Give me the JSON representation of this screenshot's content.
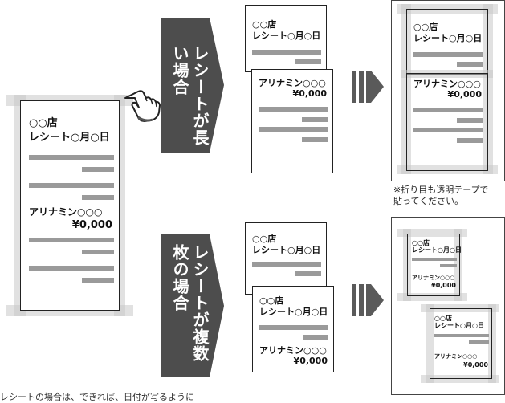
{
  "big_receipt": {
    "store": "○○店",
    "receipt_date": "レシート○月○日",
    "item": "アリナミン○○○",
    "price": "¥0,000"
  },
  "small_receipt": {
    "store": "○○店",
    "receipt_date": "レシート○月○日",
    "item": "アリナミン○○○",
    "price": "¥0,000"
  },
  "case_long": {
    "label_line1": "レシートが",
    "label_line2": "長い場合"
  },
  "case_multi": {
    "label_line1": "レシートが",
    "label_line2": "複数枚の場合"
  },
  "fold_note": {
    "line1": "※折り目も透明テープで",
    "line2": "貼ってください。"
  },
  "bottom_caption": "レシートの場合は、できれば、日付が写るように",
  "icons": {
    "hand": "hand-cursor-icon",
    "arrow": "double-chevron-arrow-icon"
  },
  "colors": {
    "chevron": "#4d4d4d",
    "tape": "#c8c8c8",
    "bar": "#9a9a9a"
  }
}
